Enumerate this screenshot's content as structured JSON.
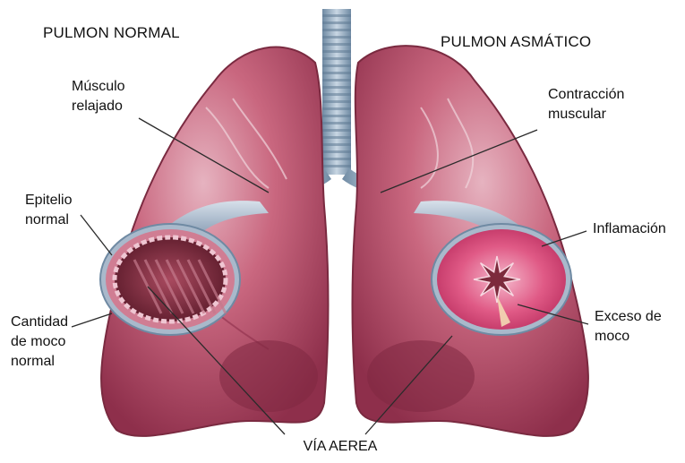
{
  "titles": {
    "left": "PULMON NORMAL",
    "right": "PULMON ASMÁTICO"
  },
  "labels": {
    "musculo_relajado": [
      "Músculo",
      "relajado"
    ],
    "epitelio_normal": [
      "Epitelio",
      "normal"
    ],
    "cantidad_moco_normal": [
      "Cantidad",
      "de moco",
      "normal"
    ],
    "contraccion_muscular": [
      "Contracción",
      "muscular"
    ],
    "inflamacion": [
      "Inflamación"
    ],
    "exceso_moco": [
      "Exceso de",
      "moco"
    ],
    "via_aerea": "VÍA AEREA"
  },
  "colors": {
    "lung_base": "#c9677f",
    "lung_light": "#e3a9b8",
    "lung_dark": "#8e2f4b",
    "airway_ring": "#b6c5d6",
    "airway_inner_normal": "#7d2a3c",
    "airway_inner_asthma": "#e05a86",
    "leader_line": "#2b2b2b"
  }
}
